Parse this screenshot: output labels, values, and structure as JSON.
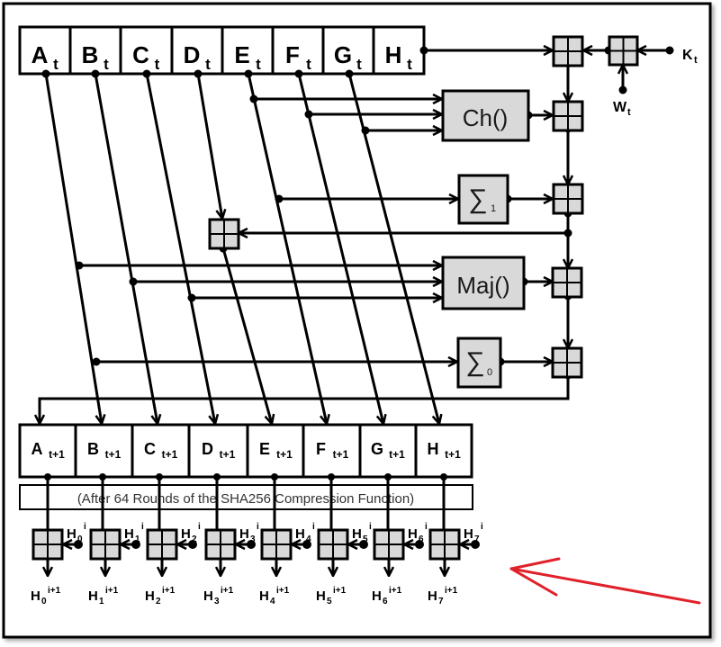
{
  "diagram": {
    "title": "SHA-256 Compression Round",
    "input_registers": [
      {
        "letter": "A",
        "sub": "t"
      },
      {
        "letter": "B",
        "sub": "t"
      },
      {
        "letter": "C",
        "sub": "t"
      },
      {
        "letter": "D",
        "sub": "t"
      },
      {
        "letter": "E",
        "sub": "t"
      },
      {
        "letter": "F",
        "sub": "t"
      },
      {
        "letter": "G",
        "sub": "t"
      },
      {
        "letter": "H",
        "sub": "t"
      }
    ],
    "output_registers": [
      {
        "letter": "A",
        "sub": "t+1"
      },
      {
        "letter": "B",
        "sub": "t+1"
      },
      {
        "letter": "C",
        "sub": "t+1"
      },
      {
        "letter": "D",
        "sub": "t+1"
      },
      {
        "letter": "E",
        "sub": "t+1"
      },
      {
        "letter": "F",
        "sub": "t+1"
      },
      {
        "letter": "G",
        "sub": "t+1"
      },
      {
        "letter": "H",
        "sub": "t+1"
      }
    ],
    "functions": {
      "ch": "Ch()",
      "maj": "Maj()",
      "sigma1": {
        "symbol": "∑",
        "sub": "1"
      },
      "sigma0": {
        "symbol": "∑",
        "sub": "0"
      }
    },
    "constants": {
      "k": {
        "letter": "K",
        "sub": "t"
      },
      "w": {
        "letter": "W",
        "sub": "t"
      }
    },
    "note": "(After 64 Rounds of the SHA256 Compression Function)",
    "hash_inputs": [
      {
        "letter": "H",
        "sub": "0",
        "sup": "i"
      },
      {
        "letter": "H",
        "sub": "1",
        "sup": "i"
      },
      {
        "letter": "H",
        "sub": "2",
        "sup": "i"
      },
      {
        "letter": "H",
        "sub": "3",
        "sup": "i"
      },
      {
        "letter": "H",
        "sub": "4",
        "sup": "i"
      },
      {
        "letter": "H",
        "sub": "5",
        "sup": "i"
      },
      {
        "letter": "H",
        "sub": "6",
        "sup": "i"
      },
      {
        "letter": "H",
        "sub": "7",
        "sup": "i"
      }
    ],
    "hash_outputs": [
      {
        "letter": "H",
        "sub": "0",
        "sup": "i+1"
      },
      {
        "letter": "H",
        "sub": "1",
        "sup": "i+1"
      },
      {
        "letter": "H",
        "sub": "2",
        "sup": "i+1"
      },
      {
        "letter": "H",
        "sub": "3",
        "sup": "i+1"
      },
      {
        "letter": "H",
        "sub": "4",
        "sup": "i+1"
      },
      {
        "letter": "H",
        "sub": "5",
        "sup": "i+1"
      },
      {
        "letter": "H",
        "sub": "6",
        "sup": "i+1"
      },
      {
        "letter": "H",
        "sub": "7",
        "sup": "i+1"
      }
    ],
    "annotation_color": "#e0212a"
  }
}
